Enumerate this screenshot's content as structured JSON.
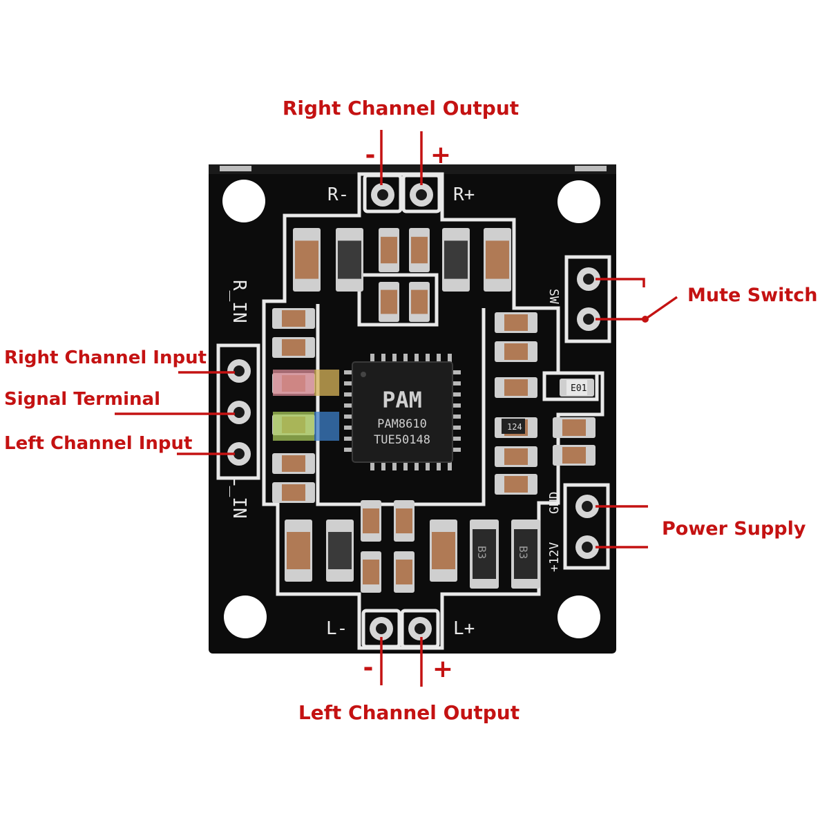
{
  "callouts": {
    "right_output": "Right Channel Output",
    "left_output": "Left Channel Output",
    "mute_switch": "Mute Switch",
    "power_supply": "Power Supply",
    "right_input": "Right Channel Input",
    "signal_terminal": "Signal Terminal",
    "left_input": "Left Channel Input",
    "minus": "-",
    "plus": "+"
  },
  "silkscreen": {
    "r_minus": "R-",
    "r_plus": "R+",
    "l_minus": "L-",
    "l_plus": "L+",
    "r_in": "R_IN",
    "l_in": "L_IN",
    "sw": "SW",
    "gnd": "GND",
    "v12": "+12V",
    "e01": "E01",
    "r124": "124",
    "b3": "B3"
  },
  "chip": {
    "logo": "PAM",
    "part": "PAM8610",
    "code": "TUE50148"
  },
  "colors": {
    "label_red": "#c41212",
    "board_black": "#0c0c0c",
    "silkscreen_white": "#e9e9e9"
  }
}
